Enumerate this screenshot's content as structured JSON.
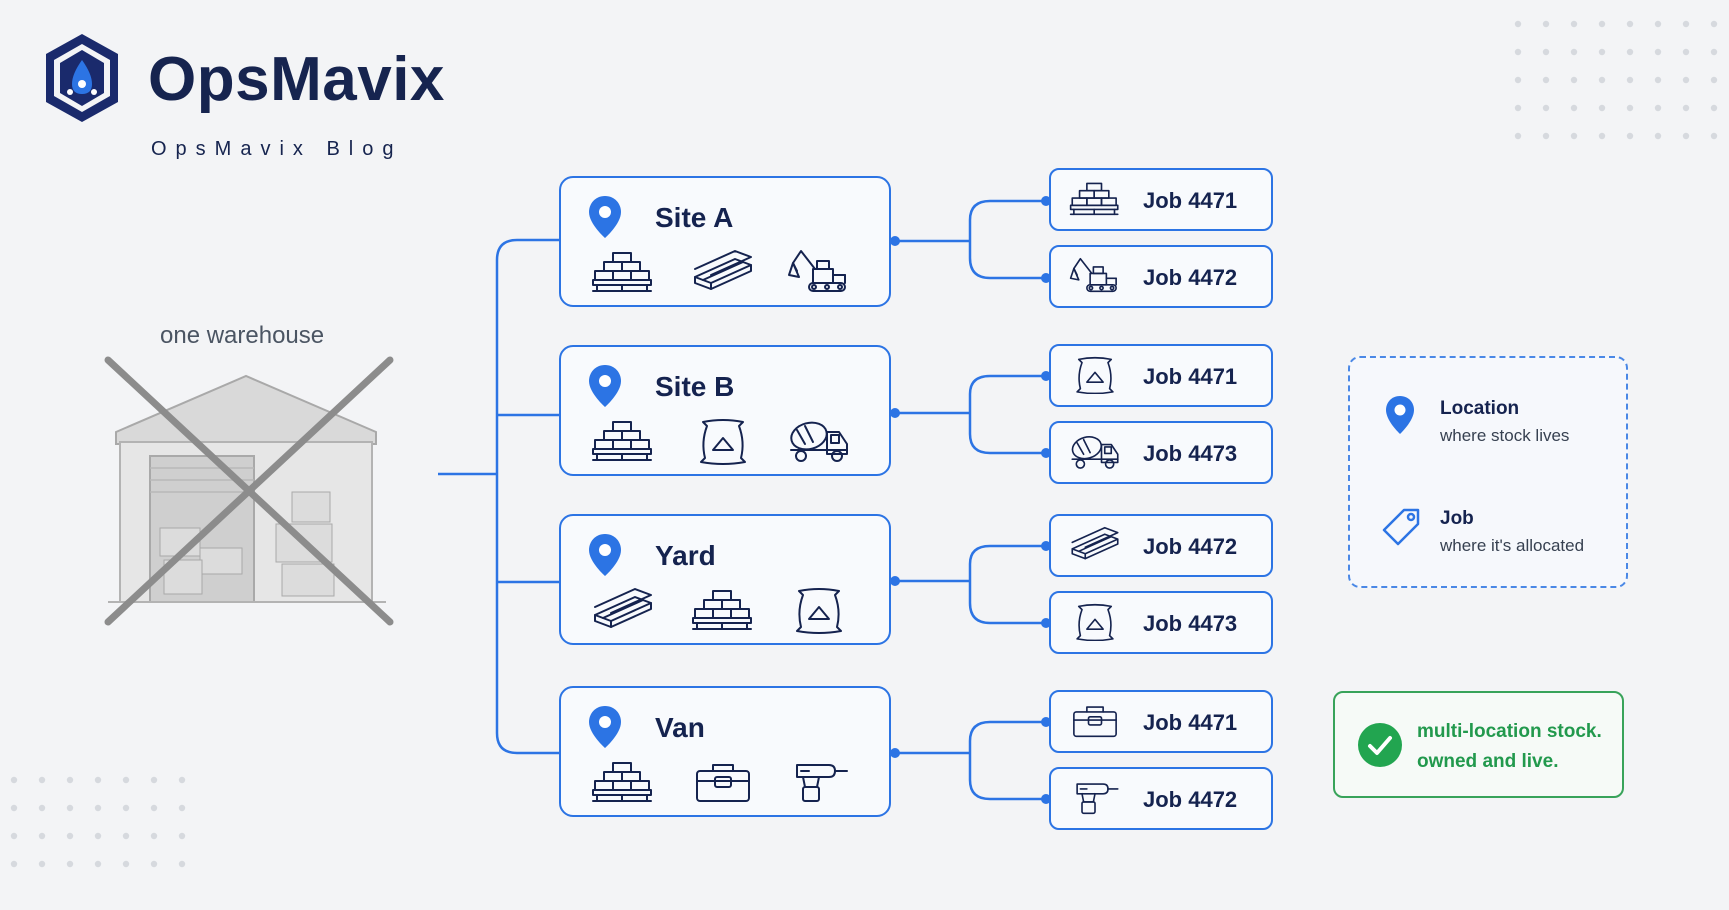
{
  "brand": {
    "name": "OpsMavix",
    "subtitle": "OpsMavix Blog"
  },
  "warehouse": {
    "label": "one warehouse"
  },
  "locations": [
    {
      "name": "Site A",
      "items": [
        "bricks-pallet-icon",
        "timber-planks-icon",
        "excavator-icon"
      ],
      "jobs": [
        {
          "label": "Job 4471",
          "icon": "bricks-pallet-icon"
        },
        {
          "label": "Job 4472",
          "icon": "excavator-icon"
        }
      ]
    },
    {
      "name": "Site B",
      "items": [
        "bricks-pallet-icon",
        "cement-bag-icon",
        "cement-mixer-truck-icon"
      ],
      "jobs": [
        {
          "label": "Job 4471",
          "icon": "cement-bag-icon"
        },
        {
          "label": "Job 4473",
          "icon": "cement-mixer-truck-icon"
        }
      ]
    },
    {
      "name": "Yard",
      "items": [
        "timber-planks-icon",
        "bricks-pallet-icon",
        "cement-bag-icon"
      ],
      "jobs": [
        {
          "label": "Job 4472",
          "icon": "timber-planks-icon"
        },
        {
          "label": "Job 4473",
          "icon": "cement-bag-icon"
        }
      ]
    },
    {
      "name": "Van",
      "items": [
        "bricks-pallet-icon",
        "toolbox-icon",
        "power-drill-icon"
      ],
      "jobs": [
        {
          "label": "Job 4471",
          "icon": "toolbox-icon"
        },
        {
          "label": "Job 4472",
          "icon": "power-drill-icon"
        }
      ]
    }
  ],
  "legend": {
    "location_title": "Location",
    "location_desc": "where stock lives",
    "job_title": "Job",
    "job_desc": "where it's allocated"
  },
  "callout": {
    "line1": "multi-location stock.",
    "line2": "owned and live."
  },
  "colors": {
    "accent": "#2c74e4",
    "navy": "#15234f",
    "success": "#22994d",
    "crossed_out": "#8c8c8c"
  }
}
